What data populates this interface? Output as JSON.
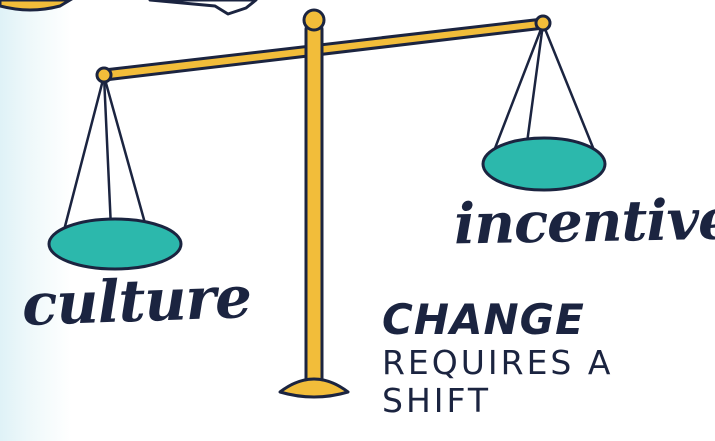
{
  "labels": {
    "left_pan": "culture",
    "right_pan": "incentive"
  },
  "headline": {
    "main": "CHANGE",
    "line1": "REQUIRES A",
    "line2": "SHIFT"
  },
  "icons": {
    "scale": "balance-scale-icon",
    "arrow": "arrow-icon"
  },
  "colors": {
    "brass": "#f2bd3a",
    "pan": "#2cb8ac",
    "ink": "#1b2440",
    "backdrop": "#dff2f7"
  }
}
